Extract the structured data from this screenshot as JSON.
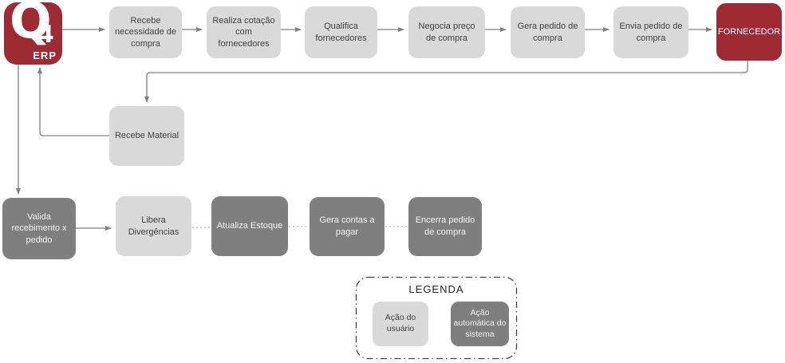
{
  "logo": {
    "q": "Q",
    "four": "4",
    "erp": "ERP"
  },
  "nodes": [
    {
      "id": "recebe-necessidade",
      "label": "Recebe necessidade de compra",
      "type": "user"
    },
    {
      "id": "realiza-cotacao",
      "label": "Realiza cotação com fornecedores",
      "type": "user"
    },
    {
      "id": "qualifica-fornecedores",
      "label": "Qualifica fornecedores",
      "type": "user"
    },
    {
      "id": "negocia-preco",
      "label": "Negocia preço de compra",
      "type": "user"
    },
    {
      "id": "gera-pedido",
      "label": "Gera pedido de compra",
      "type": "user"
    },
    {
      "id": "envia-pedido",
      "label": "Envia pedido de compra",
      "type": "user"
    },
    {
      "id": "fornecedor",
      "label": "FORNECEDOR",
      "type": "external"
    },
    {
      "id": "recebe-material",
      "label": "Recebe Material",
      "type": "user"
    },
    {
      "id": "valida-recebimento",
      "label": "Valida recebimento x pedido",
      "type": "system"
    },
    {
      "id": "libera-divergencias",
      "label": "Libera Divergências",
      "type": "user"
    },
    {
      "id": "atualiza-estoque",
      "label": "Atualiza Estoque",
      "type": "system"
    },
    {
      "id": "gera-contas",
      "label": "Gera contas a pagar",
      "type": "system"
    },
    {
      "id": "encerra-pedido",
      "label": "Encerra pedido de compra",
      "type": "system"
    }
  ],
  "legend": {
    "title": "LEGENDA",
    "items": [
      {
        "label": "Ação do usuário",
        "type": "user"
      },
      {
        "label": "Ação automática do sistema",
        "type": "system"
      }
    ]
  },
  "colors": {
    "user_action": "#d9d9d9",
    "system_action": "#7f7f7f",
    "external_brand": "#9e2a33",
    "text_dark": "#404040",
    "text_light": "#ffffff",
    "connector_solid": "#808080",
    "connector_dotted": "#bfbfbf",
    "legend_border": "#404040"
  }
}
